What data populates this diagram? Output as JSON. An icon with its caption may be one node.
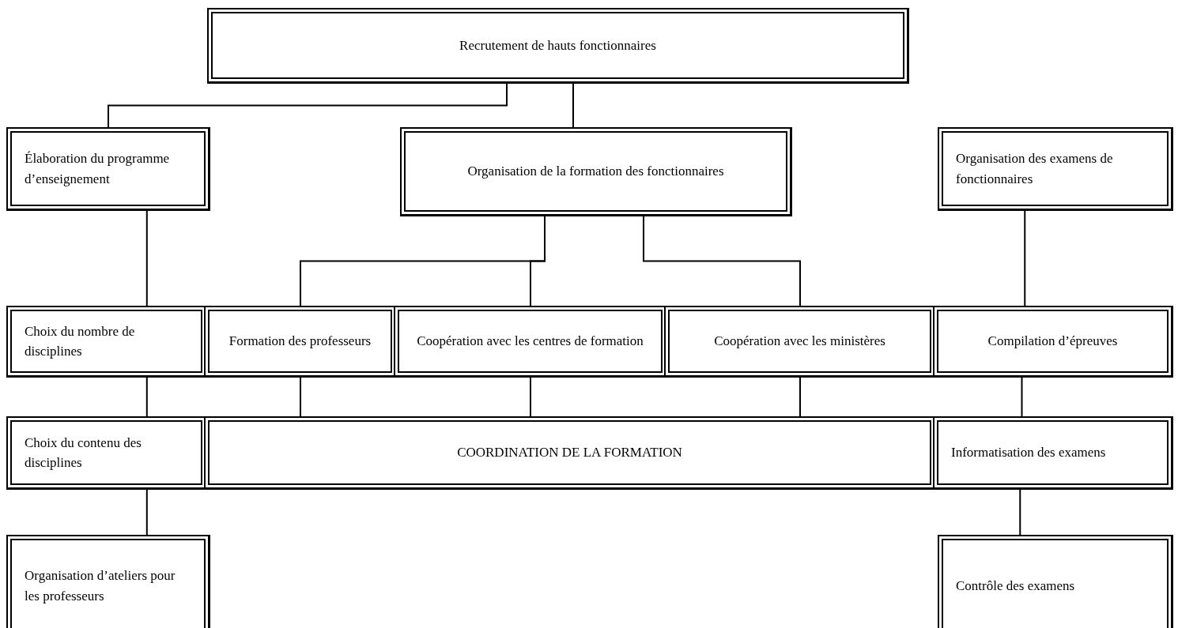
{
  "diagram": {
    "nodes": [
      {
        "text": [
          "Recrutement de hauts fonctionnaires"
        ]
      },
      {
        "text": [
          "Élaboration du programme d’enseignement"
        ]
      },
      {
        "text": [
          "Organisation de la formation des fonctionnaires"
        ]
      },
      {
        "text": [
          "Organisation des examens de fonctionnaires"
        ]
      },
      {
        "text": [
          "Choix du nombre de disciplines"
        ]
      },
      {
        "text": [
          "Formation des professeurs"
        ]
      },
      {
        "text": [
          "Coopération avec les centres de formation"
        ]
      },
      {
        "text": [
          "Coopération avec les ministères"
        ]
      },
      {
        "text": [
          "Compilation d’épreuves"
        ]
      },
      {
        "text": [
          "Choix du contenu des disciplines"
        ]
      },
      {
        "text": [
          "COORDINATION DE LA FORMATION"
        ]
      },
      {
        "text": [
          "Informatisation des examens"
        ]
      },
      {
        "text": [
          "Organisation d’ateliers pour les professeurs"
        ]
      },
      {
        "text": [
          "Contrôle des examens"
        ]
      }
    ],
    "edges": [
      {
        "from": 0,
        "to": 1,
        "arrow": "none"
      },
      {
        "from": 0,
        "to": 2,
        "arrow": "none"
      },
      {
        "from": 1,
        "to": 4,
        "arrow": "none"
      },
      {
        "from": 2,
        "to": 5,
        "arrow": "none"
      },
      {
        "from": 2,
        "to": 6,
        "arrow": "none"
      },
      {
        "from": 2,
        "to": 7,
        "arrow": "none"
      },
      {
        "from": 3,
        "to": 8,
        "arrow": "none"
      },
      {
        "from": 4,
        "to": 9,
        "arrow": "none"
      },
      {
        "from": 5,
        "to": 10,
        "arrow": "none"
      },
      {
        "from": 6,
        "to": 10,
        "arrow": "none"
      },
      {
        "from": 7,
        "to": 10,
        "arrow": "none"
      },
      {
        "from": 8,
        "to": 11,
        "arrow": "none"
      },
      {
        "from": 9,
        "to": 12,
        "arrow": "none"
      },
      {
        "from": 11,
        "to": 13,
        "arrow": "none"
      }
    ]
  }
}
